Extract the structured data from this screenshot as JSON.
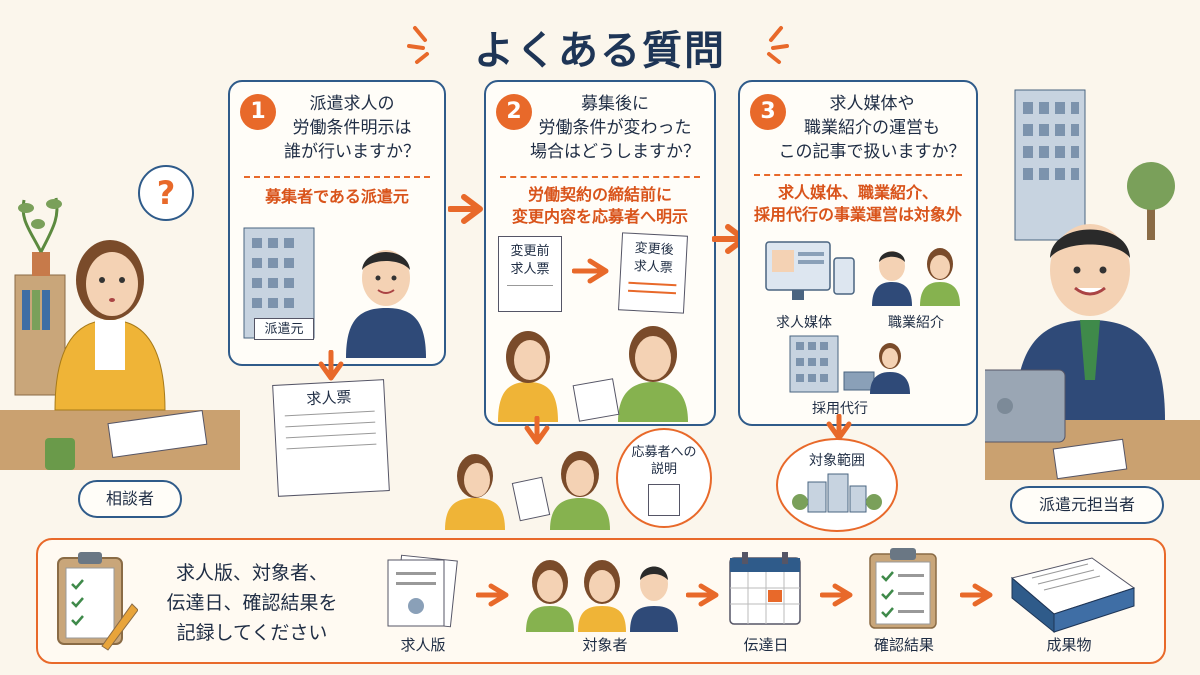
{
  "title": "よくある質問",
  "cards": [
    {
      "number": "1",
      "question": [
        "派遣求人の",
        "労働条件明示は",
        "誰が行いますか？"
      ],
      "answer": [
        "募集者である派遣元"
      ],
      "building_sign": "派遣元",
      "below_doc": "求人票"
    },
    {
      "number": "2",
      "question": [
        "募集後に",
        "労働条件が変わった",
        "場合はどうしますか？"
      ],
      "answer": [
        "労働契約の締結前に",
        "変更内容を応募者へ明示"
      ],
      "doc_before": [
        "変更前",
        "求人票"
      ],
      "doc_after": [
        "変更後",
        "求人票"
      ],
      "speech": [
        "応募者への",
        "説明"
      ]
    },
    {
      "number": "3",
      "question": [
        "求人媒体や",
        "職業紹介の運営も",
        "この記事で扱いますか？"
      ],
      "answer": [
        "求人媒体、職業紹介、",
        "採用代行の事業運営は対象外"
      ],
      "items": [
        "求人媒体",
        "職業紹介",
        "採用代行"
      ],
      "scope_label": "対象範囲"
    }
  ],
  "left_person_label": "相談者",
  "right_person_label": "派遣元担当者",
  "bottom": {
    "instruction": [
      "求人版、対象者、",
      "伝達日、確認結果を",
      "記録してください"
    ],
    "steps": [
      "求人版",
      "対象者",
      "伝達日",
      "確認結果",
      "成果物"
    ]
  },
  "colors": {
    "accent": "#e8692a",
    "navy": "#2f5b8a",
    "bg": "#fbf6ec"
  },
  "icons": [
    "question-mark-icon",
    "clipboard-icon",
    "pencil-icon",
    "calendar-icon",
    "binder-icon",
    "building-icon",
    "laptop-icon"
  ]
}
